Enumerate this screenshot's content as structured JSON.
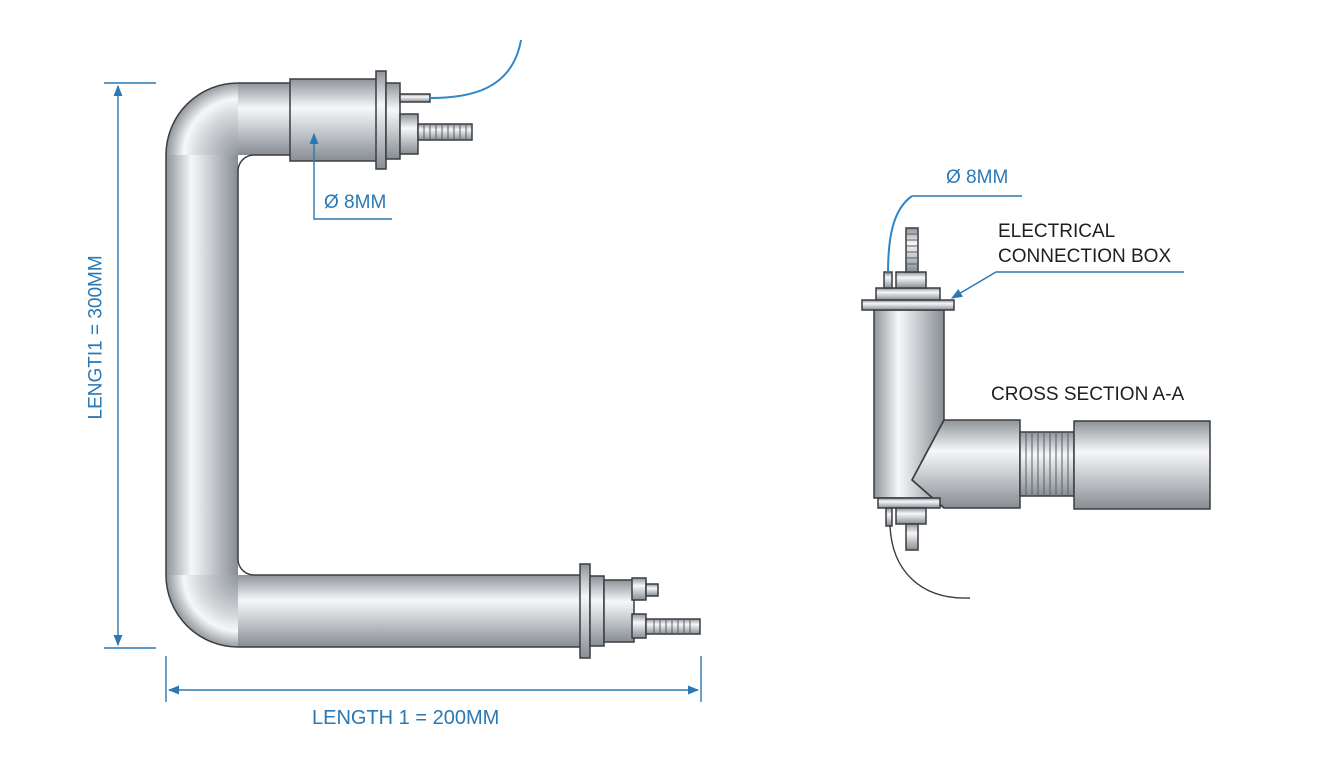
{
  "labels": {
    "length_vertical": "LENGTI1 = 300MM",
    "length_horizontal": "LENGTH 1 = 200MM",
    "diameter_left": "Ø 8MM",
    "diameter_right": "Ø 8MM",
    "connection_box_line1": "ELECTRICAL",
    "connection_box_line2": "CONNECTION BOX",
    "cross_section": "CROSS SECTION A-A"
  },
  "colors": {
    "dimension_blue": "#2a78b4",
    "wire_blue": "#2f86c8",
    "steel_light": "#f4f5f6",
    "steel_dark": "#9aa0a6",
    "outline": "#3a3d40"
  }
}
